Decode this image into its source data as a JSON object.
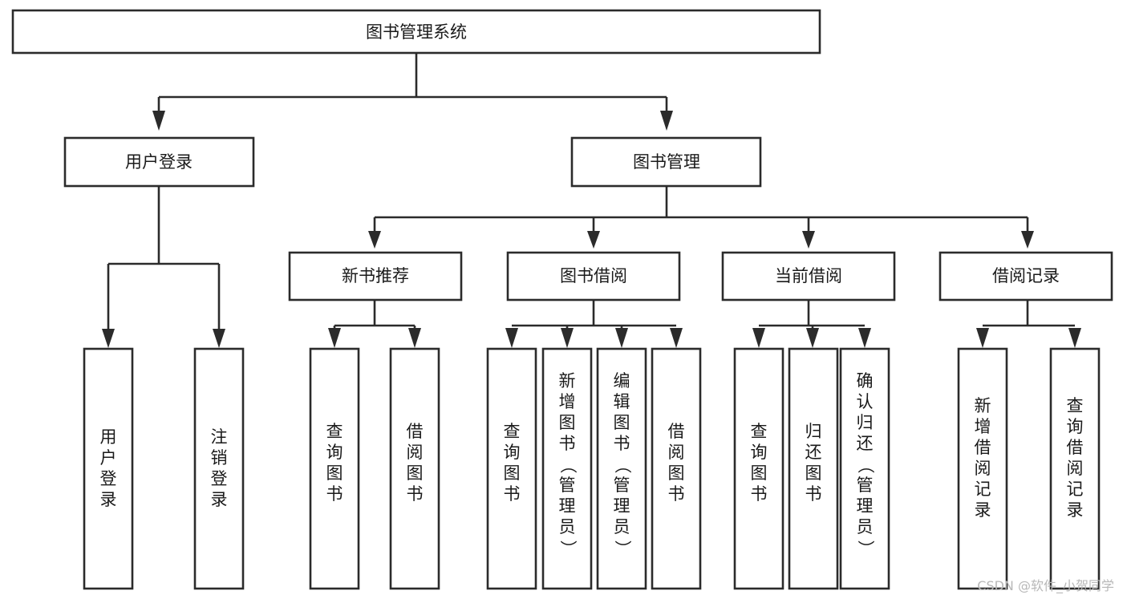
{
  "diagram": {
    "title": "图书管理系统",
    "watermark": "CSDN @软件_小贺同学",
    "colors": {
      "box_stroke": "#2b2b2b",
      "box_fill": "#ffffff",
      "connector": "#2b2b2b",
      "label": "#1a1a1a",
      "watermark": "#b8b8b8",
      "background": "#ffffff"
    },
    "levels": {
      "root": {
        "label": "图书管理系统"
      },
      "level2": [
        {
          "label": "用户登录"
        },
        {
          "label": "图书管理"
        }
      ],
      "level3": [
        {
          "label": "新书推荐"
        },
        {
          "label": "图书借阅"
        },
        {
          "label": "当前借阅"
        },
        {
          "label": "借阅记录"
        }
      ],
      "leaves": {
        "user_login": [
          {
            "label": "用户登录"
          },
          {
            "label": "注销登录"
          }
        ],
        "new_book_recommend": [
          {
            "label": "查询图书"
          },
          {
            "label": "借阅图书"
          }
        ],
        "book_borrow": [
          {
            "label": "查询图书"
          },
          {
            "label": "新增图书（管理员）"
          },
          {
            "label": "编辑图书（管理员）"
          },
          {
            "label": "借阅图书"
          }
        ],
        "current_borrow": [
          {
            "label": "查询图书"
          },
          {
            "label": "归还图书"
          },
          {
            "label": "确认归还（管理员）"
          }
        ],
        "borrow_record": [
          {
            "label": "新增借阅记录"
          },
          {
            "label": "查询借阅记录"
          }
        ]
      }
    }
  }
}
